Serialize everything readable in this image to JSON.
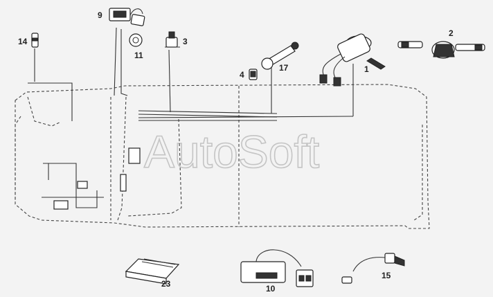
{
  "watermark": "AutoSoft",
  "callouts": [
    {
      "id": "c1",
      "label": "1"
    },
    {
      "id": "c2",
      "label": "2"
    },
    {
      "id": "c3",
      "label": "3"
    },
    {
      "id": "c4",
      "label": "4"
    },
    {
      "id": "c9",
      "label": "9"
    },
    {
      "id": "c10",
      "label": "10"
    },
    {
      "id": "c11",
      "label": "11"
    },
    {
      "id": "c14",
      "label": "14"
    },
    {
      "id": "c15",
      "label": "15"
    },
    {
      "id": "c17",
      "label": "17"
    },
    {
      "id": "c23",
      "label": "23"
    }
  ]
}
